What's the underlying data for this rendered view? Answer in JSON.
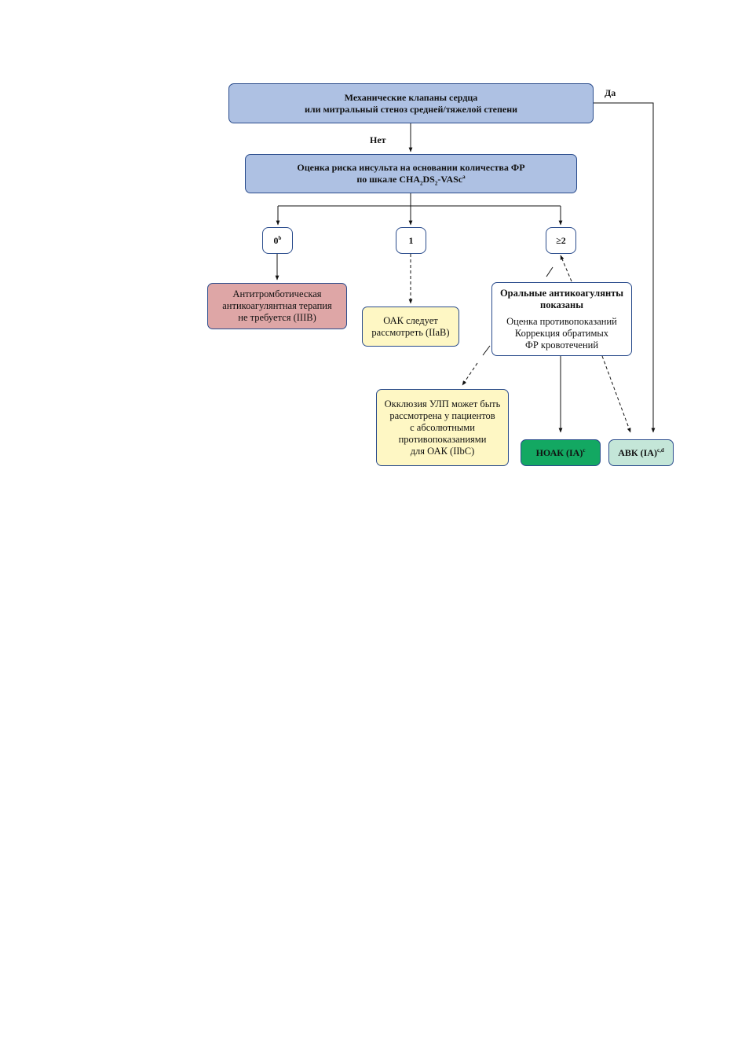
{
  "top_box": {
    "line1": "Механические клапаны сердца",
    "line2": "или митральный стеноз средней/тяжелой степени"
  },
  "labels": {
    "yes": "Да",
    "no": "Нет"
  },
  "risk_box": {
    "line1": "Оценка риска инсульта на основании количества ФР",
    "line2_prefix": "по шкале CHA",
    "sub1": "2",
    "mid": "DS",
    "sub2": "2",
    "suffix": "-VASc",
    "sup": "a"
  },
  "scores": {
    "zero": "0",
    "zero_sup": "b",
    "one": "1",
    "two_plus": "≥2"
  },
  "no_therapy_box": {
    "line1": "Антитромботическая",
    "line2": "антикоагулянтная терапия",
    "line3": "не требуется (IIIB)"
  },
  "oac_consider_box": {
    "line1": "ОАК следует",
    "line2": "рассмотреть (IIaB)"
  },
  "oac_indicated_box": {
    "title1": "Оральные антикоагулянты",
    "title2": "показаны",
    "line1": "Оценка противопоказаний",
    "line2": "Коррекция обратимых",
    "line3": "ФР кровотечений"
  },
  "laa_box": {
    "line1": "Окклюзия УЛП может быть",
    "line2": "рассмотрена у пациентов",
    "line3": "с абсолютными",
    "line4": "противопоказаниями",
    "line5": "для ОАК (IIbC)"
  },
  "noac_box": {
    "text": "НОАК (IA)",
    "sup": "c"
  },
  "vka_box": {
    "text": "АВК (IA)",
    "sup": "c,d"
  }
}
